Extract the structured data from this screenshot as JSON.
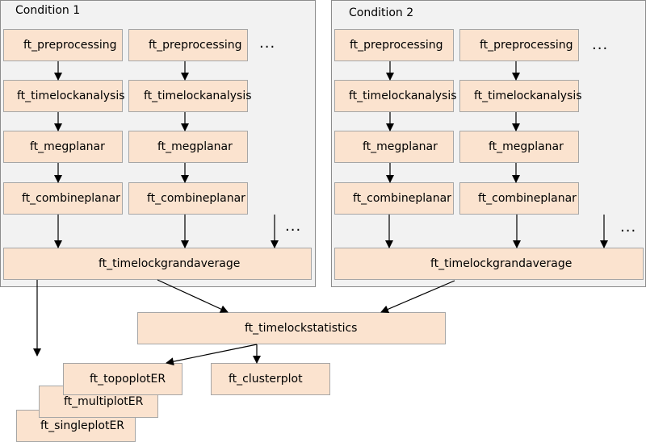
{
  "condition1": {
    "title": "Condition 1",
    "col1": [
      "ft_preprocessing",
      "ft_timelockanalysis",
      "ft_megplanar",
      "ft_combineplanar"
    ],
    "col2": [
      "ft_preprocessing",
      "ft_timelockanalysis",
      "ft_megplanar",
      "ft_combineplanar"
    ],
    "grandaverage": "ft_timelockgrandaverage",
    "ellipsis_top": "...",
    "ellipsis_bottom": "..."
  },
  "condition2": {
    "title": "Condition 2",
    "col1": [
      "ft_preprocessing",
      "ft_timelockanalysis",
      "ft_megplanar",
      "ft_combineplanar"
    ],
    "col2": [
      "ft_preprocessing",
      "ft_timelockanalysis",
      "ft_megplanar",
      "ft_combineplanar"
    ],
    "grandaverage": "ft_timelockgrandaverage",
    "ellipsis_top": "...",
    "ellipsis_bottom": "..."
  },
  "statistics": "ft_timelockstatistics",
  "plots": {
    "topoplot": "ft_topoplotER",
    "multiplot": "ft_multiplotER",
    "singleplot": "ft_singleplotER",
    "clusterplot": "ft_clusterplot"
  }
}
